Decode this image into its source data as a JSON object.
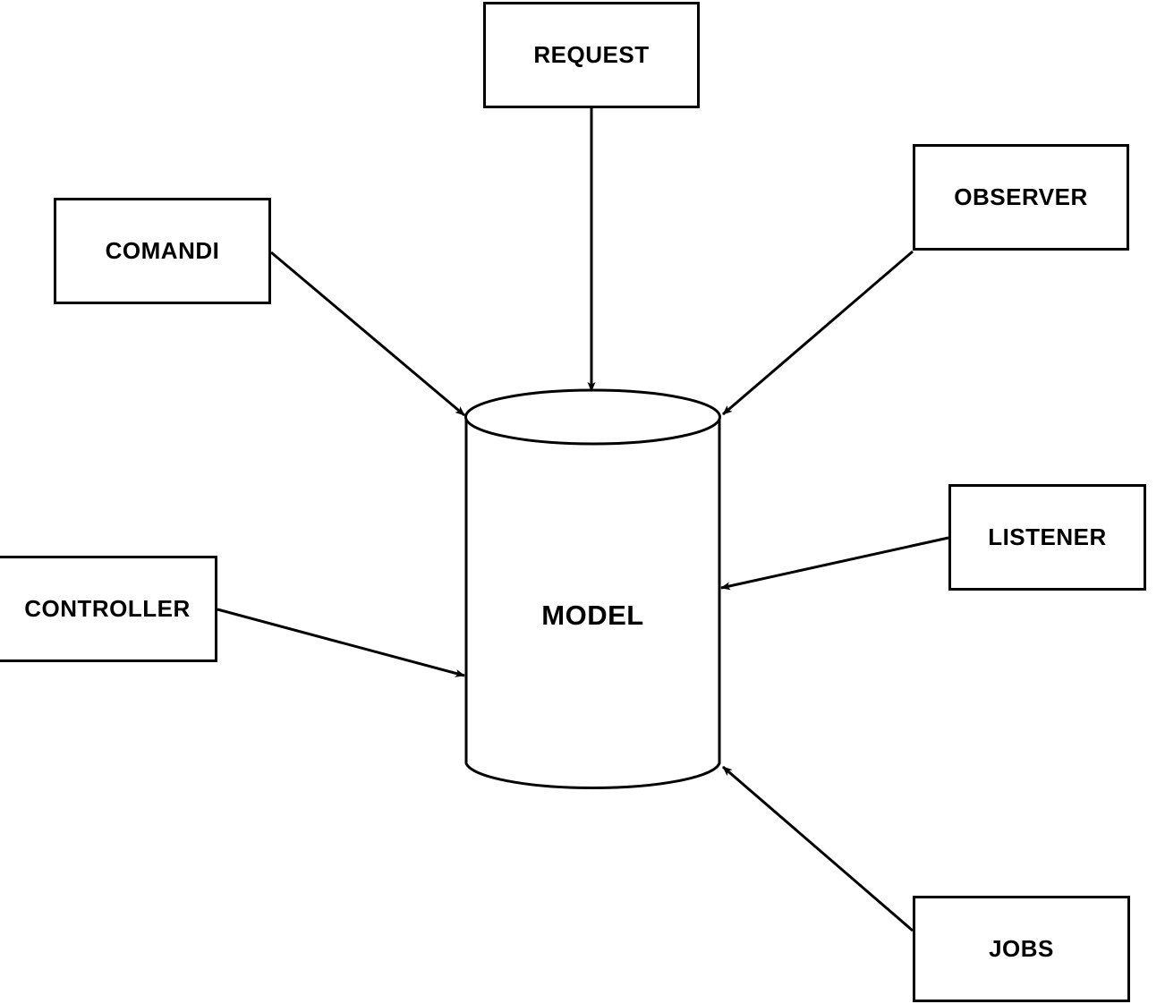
{
  "diagram": {
    "title": "MODEL architecture diagram",
    "type": "hub-and-spoke",
    "background_color": "#ffffff",
    "stroke_color": "#000000",
    "center": {
      "shape": "cylinder",
      "name": "database-cylinder",
      "label": "MODEL"
    },
    "nodes": [
      {
        "id": "request",
        "label": "REQUEST",
        "shape": "rectangle"
      },
      {
        "id": "comandi",
        "label": "COMANDI",
        "shape": "rectangle"
      },
      {
        "id": "observer",
        "label": "OBSERVER",
        "shape": "rectangle"
      },
      {
        "id": "listener",
        "label": "LISTENER",
        "shape": "rectangle"
      },
      {
        "id": "controller",
        "label": "CONTROLLER",
        "shape": "rectangle"
      },
      {
        "id": "jobs",
        "label": "JOBS",
        "shape": "rectangle"
      }
    ],
    "edges": [
      {
        "from": "request",
        "to": "model",
        "arrow": "to-model"
      },
      {
        "from": "comandi",
        "to": "model",
        "arrow": "to-model"
      },
      {
        "from": "observer",
        "to": "model",
        "arrow": "to-model"
      },
      {
        "from": "listener",
        "to": "model",
        "arrow": "to-model"
      },
      {
        "from": "controller",
        "to": "model",
        "arrow": "to-model"
      },
      {
        "from": "jobs",
        "to": "model",
        "arrow": "to-model"
      }
    ]
  }
}
